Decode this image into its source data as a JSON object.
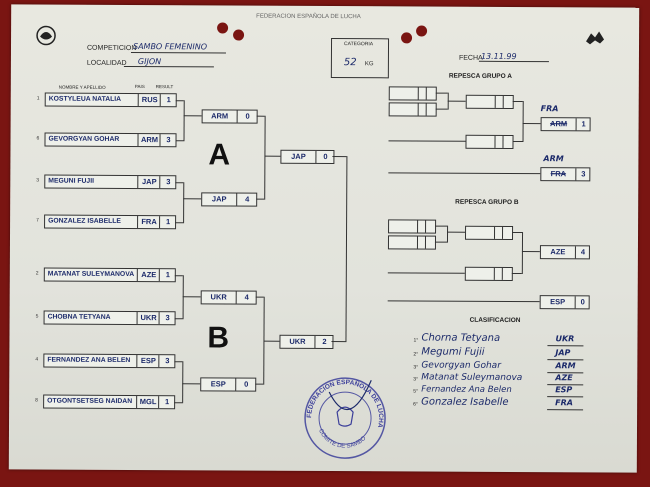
{
  "header": {
    "federation": "FEDERACION ESPAÑOLA DE LUCHA",
    "competicion_label": "COMPETICION",
    "competicion_value": "SAMBO FEMENINO",
    "localidad_label": "LOCALIDAD",
    "localidad_value": "GIJON",
    "categoria_label": "CATEGORIA",
    "categoria_value": "52",
    "categoria_unit": "KG",
    "fecha_label": "FECHA",
    "fecha_value": "13.11.99"
  },
  "columns": {
    "name": "NOMBRE Y APELLIDO",
    "country": "PAIS",
    "result": "RESULT"
  },
  "group_a": {
    "letter": "A",
    "entries": [
      {
        "seed": "1",
        "name": "KOSTYLEUA NATALIA",
        "country": "RUS",
        "score": "1"
      },
      {
        "seed": "6",
        "name": "GEVORGYAN GOHAR",
        "country": "ARM",
        "score": "3"
      },
      {
        "seed": "3",
        "name": "MEGUNI FUJII",
        "country": "JAP",
        "score": "3"
      },
      {
        "seed": "7",
        "name": "GONZALEZ ISABELLE",
        "country": "FRA",
        "score": "1"
      }
    ],
    "round2": [
      {
        "country": "ARM",
        "score": "0"
      },
      {
        "country": "JAP",
        "score": "4"
      }
    ],
    "final": {
      "country": "JAP",
      "score": "0"
    }
  },
  "group_b": {
    "letter": "B",
    "entries": [
      {
        "seed": "2",
        "name": "MATANAT SULEYMANOVA",
        "country": "AZE",
        "score": "1"
      },
      {
        "seed": "5",
        "name": "CHOBNA TETYANA",
        "country": "UKR",
        "score": "3"
      },
      {
        "seed": "4",
        "name": "FERNANDEZ ANA BELEN",
        "country": "ESP",
        "score": "3"
      },
      {
        "seed": "8",
        "name": "OTGONTSETSEG NAIDAN",
        "country": "MGL",
        "score": "1"
      }
    ],
    "round2": [
      {
        "country": "UKR",
        "score": "4"
      },
      {
        "country": "ESP",
        "score": "0"
      }
    ],
    "final": {
      "country": "UKR",
      "score": "2"
    }
  },
  "repesca_a": {
    "title": "REPESCA   GRUPO  A",
    "r1": {
      "top": "FRA",
      "bottom": "ARM",
      "score": "1"
    },
    "r2": {
      "top": "ARM",
      "bottom": "FRA",
      "score": "3"
    }
  },
  "repesca_b": {
    "title": "REPESCA   GRUPO  B",
    "r1": {
      "country": "AZE",
      "score": "4"
    },
    "r2": {
      "country": "ESP",
      "score": "0"
    }
  },
  "clasificacion": {
    "title": "CLASIFICACION",
    "rows": [
      {
        "pos": "1°",
        "name": "Chorna Tetyana",
        "country": "UKR"
      },
      {
        "pos": "2°",
        "name": "Megumi Fujii",
        "country": "JAP"
      },
      {
        "pos": "3°",
        "name": "Gevorgyan Gohar",
        "country": "ARM"
      },
      {
        "pos": "3°",
        "name": "Matanat Suleymanova",
        "country": "AZE"
      },
      {
        "pos": "5°",
        "name": "Fernandez Ana Belen",
        "country": "ESP"
      },
      {
        "pos": "6°",
        "name": "Gonzalez Isabelle",
        "country": "FRA"
      }
    ]
  },
  "stamp": {
    "outer": "FEDERACION ESPAÑOLA DE LUCHA",
    "inner": "COMITE DE SAMBO"
  }
}
